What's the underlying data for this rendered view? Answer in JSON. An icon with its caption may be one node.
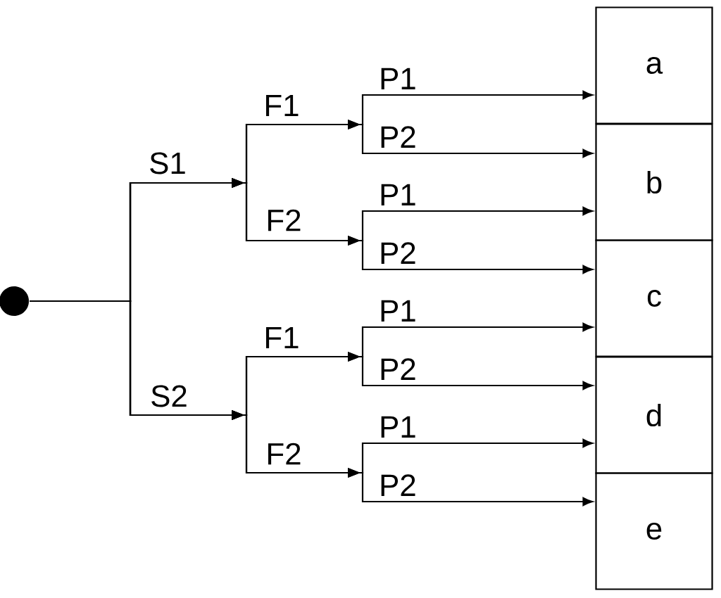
{
  "diagram": {
    "nodes": [
      {
        "text": [],
        "shape": "circle"
      },
      {
        "text": [
          "a"
        ]
      },
      {
        "text": [
          "b"
        ]
      },
      {
        "text": [
          "c"
        ]
      },
      {
        "text": [
          "d"
        ]
      },
      {
        "text": [
          "e"
        ]
      }
    ],
    "edges": [
      {
        "from": 0,
        "to": 1,
        "arrow": "to",
        "label": "P1"
      },
      {
        "from": 0,
        "to": 2,
        "arrow": "to",
        "label": "P2"
      },
      {
        "from": 0,
        "to": 2,
        "arrow": "to",
        "label": "P1"
      },
      {
        "from": 0,
        "to": 3,
        "arrow": "to",
        "label": "P2"
      },
      {
        "from": 0,
        "to": 3,
        "arrow": "to",
        "label": "P1"
      },
      {
        "from": 0,
        "to": 4,
        "arrow": "to",
        "label": "P2"
      },
      {
        "from": 0,
        "to": 4,
        "arrow": "to",
        "label": "P1"
      },
      {
        "from": 0,
        "to": 5,
        "arrow": "to",
        "label": "P2"
      }
    ],
    "labels": [
      "F1",
      "S1",
      "F2",
      "F1",
      "S2",
      "F2"
    ]
  }
}
